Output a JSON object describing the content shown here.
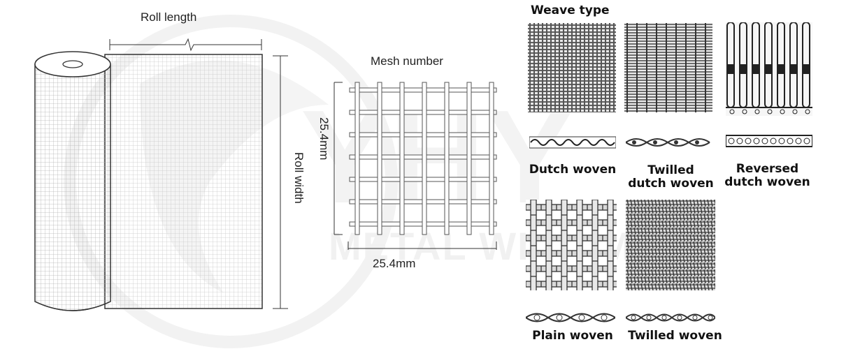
{
  "watermark": {
    "text": "METAL WIRE MESH"
  },
  "roll": {
    "length_label": "Roll length",
    "width_label": "Roll width"
  },
  "mesh": {
    "title": "Mesh number",
    "dim_vertical": "25.4mm",
    "dim_horizontal": "25.4mm"
  },
  "weave": {
    "title": "Weave type",
    "types": [
      {
        "label_lines": [
          "Dutch woven"
        ]
      },
      {
        "label_lines": [
          "Twilled",
          "dutch woven"
        ]
      },
      {
        "label_lines": [
          "Reversed",
          "dutch woven"
        ]
      },
      {
        "label_lines": [
          "Plain woven"
        ]
      },
      {
        "label_lines": [
          "Twilled woven"
        ]
      }
    ]
  }
}
